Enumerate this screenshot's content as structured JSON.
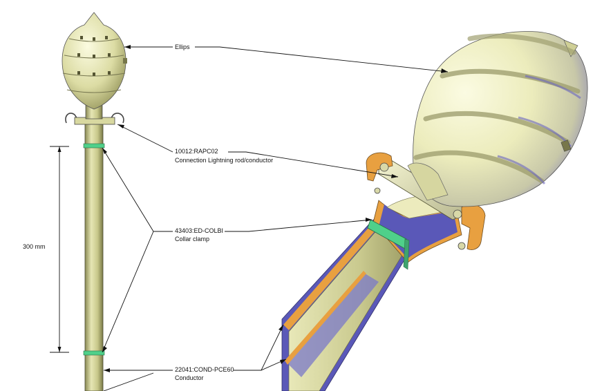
{
  "dimension": {
    "label": "300 mm"
  },
  "callouts": {
    "ellips": {
      "name": "Ellips"
    },
    "connection": {
      "code": "10012:RAPC02",
      "name": "Connection Lightning rod/conductor"
    },
    "collar": {
      "code": "43403:ED-COLBI",
      "name": "Collar clamp"
    },
    "conductor": {
      "code": "22041:COND-PCE60",
      "name": "Conductor"
    }
  },
  "colors": {
    "metal_light": "#f2f2c8",
    "metal_mid": "#d9d9a0",
    "metal_dark": "#8a8a55",
    "shadow_blue": "#5a58b8",
    "cut_orange": "#e8a040",
    "clamp_green": "#4fd08a"
  }
}
